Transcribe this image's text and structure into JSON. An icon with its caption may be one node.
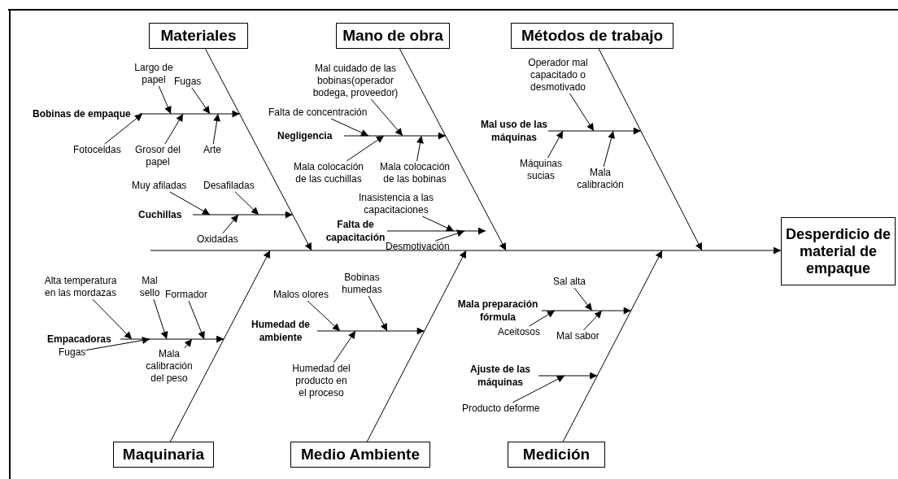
{
  "diagram": {
    "nodes": [
      {
        "text": [
          "Materiales"
        ]
      },
      {
        "text": [
          "Mano de obra"
        ]
      },
      {
        "text": [
          "Métodos de trabajo"
        ]
      },
      {
        "text": [
          "Largo de papel"
        ]
      },
      {
        "text": [
          "Fugas"
        ]
      },
      {
        "text": [
          "Bobinas de empaque"
        ]
      },
      {
        "text": [
          "Fotoceldas"
        ]
      },
      {
        "text": [
          "Grosor del papel"
        ]
      },
      {
        "text": [
          "Arte"
        ]
      },
      {
        "text": [
          "Muy afiladas"
        ]
      },
      {
        "text": [
          "Desafiladas"
        ]
      },
      {
        "text": [
          "Cuchillas"
        ]
      },
      {
        "text": [
          "Oxidadas"
        ]
      },
      {
        "text": [
          "Mal cuidado de las bobinas(operador bodega, proveedor)"
        ]
      },
      {
        "text": [
          "Falta de concentración"
        ]
      },
      {
        "text": [
          "Negligencia"
        ]
      },
      {
        "text": [
          "Mala colocación de las cuchillas"
        ]
      },
      {
        "text": [
          "Mala colocación de las bobinas"
        ]
      },
      {
        "text": [
          "Inasistencia a las capacitaciones"
        ]
      },
      {
        "text": [
          "Falta de capacitación"
        ]
      },
      {
        "text": [
          "Desmotivación"
        ]
      },
      {
        "text": [
          "Operador mal capacitado o desmotivado"
        ]
      },
      {
        "text": [
          "Mal uso de las máquinas"
        ]
      },
      {
        "text": [
          "Máquinas sucias"
        ]
      },
      {
        "text": [
          "Mala calibración"
        ]
      },
      {
        "text": [
          "Desperdicio de material de empaque"
        ]
      },
      {
        "text": [
          "Alta temperatura en las mordazas"
        ]
      },
      {
        "text": [
          "Mal sello"
        ]
      },
      {
        "text": [
          "Formador"
        ]
      },
      {
        "text": [
          "Empacadoras"
        ]
      },
      {
        "text": [
          "Fugas"
        ]
      },
      {
        "text": [
          "Mala calibración del peso"
        ]
      },
      {
        "text": [
          "Bobinas humedas"
        ]
      },
      {
        "text": [
          "Malos olores"
        ]
      },
      {
        "text": [
          "Humedad de ambiente"
        ]
      },
      {
        "text": [
          "Humedad del producto en el proceso"
        ]
      },
      {
        "text": [
          "Sal alta"
        ]
      },
      {
        "text": [
          "Mala preparación fórmula"
        ]
      },
      {
        "text": [
          "Aceitosos"
        ]
      },
      {
        "text": [
          "Mal sabor"
        ]
      },
      {
        "text": [
          "Ajuste de las máquinas"
        ]
      },
      {
        "text": [
          "Producto deforme"
        ]
      },
      {
        "text": [
          "Maquinaria"
        ]
      },
      {
        "text": [
          "Medio Ambiente"
        ]
      },
      {
        "text": [
          "Medición"
        ]
      },
      {
        "text": [],
        "shape": "line"
      },
      {
        "text": [],
        "shape": "line"
      },
      {
        "text": [],
        "shape": "line"
      },
      {
        "text": [],
        "shape": "line"
      },
      {
        "text": [],
        "shape": "line"
      },
      {
        "text": [],
        "shape": "line"
      },
      {
        "text": [],
        "shape": "line"
      },
      {
        "text": [],
        "shape": "line"
      },
      {
        "text": [],
        "shape": "line"
      },
      {
        "text": [],
        "shape": "line"
      }
    ],
    "edges": [
      {
        "from": 45,
        "to": 25,
        "arrow": "to"
      },
      {
        "from": 0,
        "to": 45,
        "arrow": "to"
      },
      {
        "from": 1,
        "to": 45,
        "arrow": "to"
      },
      {
        "from": 2,
        "to": 45,
        "arrow": "to"
      },
      {
        "from": 42,
        "to": 45,
        "arrow": "to"
      },
      {
        "from": 43,
        "to": 45,
        "arrow": "to"
      },
      {
        "from": 44,
        "to": 45,
        "arrow": "to"
      },
      {
        "from": 46,
        "to": null,
        "arrow": "to"
      },
      {
        "from": 47,
        "to": null,
        "arrow": "to"
      },
      {
        "from": 48,
        "to": null,
        "arrow": "to"
      },
      {
        "from": 49,
        "to": null,
        "arrow": "to"
      },
      {
        "from": 50,
        "to": null,
        "arrow": "to"
      },
      {
        "from": 51,
        "to": null,
        "arrow": "to"
      },
      {
        "from": 52,
        "to": null,
        "arrow": "to"
      },
      {
        "from": 53,
        "to": null,
        "arrow": "to"
      },
      {
        "from": 54,
        "to": null,
        "arrow": "to"
      },
      {
        "from": 3,
        "to": 46,
        "arrow": "to"
      },
      {
        "from": 4,
        "to": 46,
        "arrow": "to"
      },
      {
        "from": 6,
        "to": 46,
        "arrow": "to"
      },
      {
        "from": 7,
        "to": 46,
        "arrow": "to"
      },
      {
        "from": 8,
        "to": 46,
        "arrow": "to"
      },
      {
        "from": 9,
        "to": 47,
        "arrow": "to"
      },
      {
        "from": 10,
        "to": 47,
        "arrow": "to"
      },
      {
        "from": 12,
        "to": 47,
        "arrow": "to"
      },
      {
        "from": 13,
        "to": 48,
        "arrow": "to"
      },
      {
        "from": 14,
        "to": 48,
        "arrow": "to"
      },
      {
        "from": 16,
        "to": 48,
        "arrow": "to"
      },
      {
        "from": 17,
        "to": 48,
        "arrow": "to"
      },
      {
        "from": 18,
        "to": 49,
        "arrow": "to"
      },
      {
        "from": 20,
        "to": 49,
        "arrow": "to"
      },
      {
        "from": 21,
        "to": 50,
        "arrow": "to"
      },
      {
        "from": 23,
        "to": 50,
        "arrow": "to"
      },
      {
        "from": 24,
        "to": 50,
        "arrow": "to"
      },
      {
        "from": 26,
        "to": 51,
        "arrow": "to"
      },
      {
        "from": 27,
        "to": 51,
        "arrow": "to"
      },
      {
        "from": 28,
        "to": 51,
        "arrow": "to"
      },
      {
        "from": 30,
        "to": 51,
        "arrow": "to"
      },
      {
        "from": 31,
        "to": 51,
        "arrow": "to"
      },
      {
        "from": 32,
        "to": 52,
        "arrow": "to"
      },
      {
        "from": 33,
        "to": 52,
        "arrow": "to"
      },
      {
        "from": 35,
        "to": 52,
        "arrow": "to"
      },
      {
        "from": 36,
        "to": 53,
        "arrow": "to"
      },
      {
        "from": 38,
        "to": 53,
        "arrow": "to"
      },
      {
        "from": 39,
        "to": 53,
        "arrow": "to"
      },
      {
        "from": 41,
        "to": 54,
        "arrow": "to"
      }
    ]
  }
}
